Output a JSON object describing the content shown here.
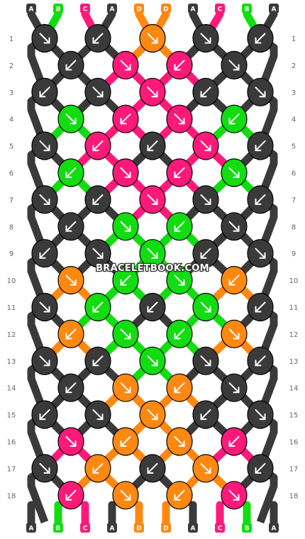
{
  "pattern": {
    "strand_labels_top": [
      "A",
      "B",
      "C",
      "A",
      "D",
      "D",
      "A",
      "C",
      "B",
      "A"
    ],
    "strand_labels_bottom": [
      "A",
      "B",
      "C",
      "A",
      "D",
      "D",
      "A",
      "C",
      "B",
      "A"
    ],
    "row_numbers": [
      "1",
      "2",
      "3",
      "4",
      "5",
      "6",
      "7",
      "8",
      "9",
      "10",
      "11",
      "12",
      "13",
      "14",
      "15",
      "16",
      "17",
      "18"
    ],
    "colors": {
      "A": "#3a3a3a",
      "B": "#11dd11",
      "C": "#ff1a7a",
      "D": "#ff8811"
    },
    "knots": [
      {
        "row": 1,
        "items": [
          {
            "color": "A",
            "dir": "right"
          },
          {
            "color": "A",
            "dir": "left"
          },
          {
            "color": "D",
            "dir": "right"
          },
          {
            "color": "A",
            "dir": "right"
          },
          {
            "color": "A",
            "dir": "left"
          }
        ]
      },
      {
        "row": 2,
        "items": [
          {
            "color": "A",
            "dir": "left"
          },
          {
            "color": "C",
            "dir": "right"
          },
          {
            "color": "C",
            "dir": "left"
          },
          {
            "color": "A",
            "dir": "right"
          }
        ]
      },
      {
        "row": 3,
        "items": [
          {
            "color": "A",
            "dir": "left"
          },
          {
            "color": "A",
            "dir": "right"
          },
          {
            "color": "C",
            "dir": "right"
          },
          {
            "color": "A",
            "dir": "left"
          },
          {
            "color": "A",
            "dir": "right"
          }
        ]
      },
      {
        "row": 4,
        "items": [
          {
            "color": "B",
            "dir": "right"
          },
          {
            "color": "C",
            "dir": "left"
          },
          {
            "color": "C",
            "dir": "right"
          },
          {
            "color": "B",
            "dir": "left"
          }
        ]
      },
      {
        "row": 5,
        "items": [
          {
            "color": "A",
            "dir": "right-hook"
          },
          {
            "color": "C",
            "dir": "left"
          },
          {
            "color": "A",
            "dir": "left"
          },
          {
            "color": "C",
            "dir": "right"
          },
          {
            "color": "A",
            "dir": "left"
          }
        ]
      },
      {
        "row": 6,
        "items": [
          {
            "color": "B",
            "dir": "left-hook"
          },
          {
            "color": "C",
            "dir": "right"
          },
          {
            "color": "C",
            "dir": "left"
          },
          {
            "color": "B",
            "dir": "right-hook"
          }
        ]
      },
      {
        "row": 7,
        "items": [
          {
            "color": "A",
            "dir": "right"
          },
          {
            "color": "A",
            "dir": "left"
          },
          {
            "color": "C",
            "dir": "right"
          },
          {
            "color": "A",
            "dir": "right"
          },
          {
            "color": "A",
            "dir": "left"
          }
        ]
      },
      {
        "row": 8,
        "items": [
          {
            "color": "A",
            "dir": "left"
          },
          {
            "color": "B",
            "dir": "right"
          },
          {
            "color": "B",
            "dir": "left"
          },
          {
            "color": "A",
            "dir": "right"
          }
        ]
      },
      {
        "row": 9,
        "items": [
          {
            "color": "A",
            "dir": "left"
          },
          {
            "color": "A",
            "dir": "right"
          },
          {
            "color": "B",
            "dir": "right"
          },
          {
            "color": "A",
            "dir": "left"
          },
          {
            "color": "A",
            "dir": "right"
          }
        ]
      },
      {
        "row": 10,
        "items": [
          {
            "color": "D",
            "dir": "right"
          },
          {
            "color": "B",
            "dir": "left"
          },
          {
            "color": "B",
            "dir": "right"
          },
          {
            "color": "D",
            "dir": "left"
          }
        ]
      },
      {
        "row": 11,
        "items": [
          {
            "color": "A",
            "dir": "right-hook"
          },
          {
            "color": "B",
            "dir": "left"
          },
          {
            "color": "A",
            "dir": "left"
          },
          {
            "color": "B",
            "dir": "right"
          },
          {
            "color": "A",
            "dir": "left"
          }
        ]
      },
      {
        "row": 12,
        "items": [
          {
            "color": "D",
            "dir": "left-hook"
          },
          {
            "color": "B",
            "dir": "right"
          },
          {
            "color": "B",
            "dir": "left"
          },
          {
            "color": "D",
            "dir": "right-hook"
          }
        ]
      },
      {
        "row": 13,
        "items": [
          {
            "color": "A",
            "dir": "right"
          },
          {
            "color": "A",
            "dir": "left"
          },
          {
            "color": "B",
            "dir": "right"
          },
          {
            "color": "A",
            "dir": "right"
          },
          {
            "color": "A",
            "dir": "left"
          }
        ]
      },
      {
        "row": 14,
        "items": [
          {
            "color": "A",
            "dir": "left"
          },
          {
            "color": "D",
            "dir": "right"
          },
          {
            "color": "D",
            "dir": "left"
          },
          {
            "color": "A",
            "dir": "right"
          }
        ]
      },
      {
        "row": 15,
        "items": [
          {
            "color": "A",
            "dir": "left"
          },
          {
            "color": "A",
            "dir": "right"
          },
          {
            "color": "D",
            "dir": "right"
          },
          {
            "color": "A",
            "dir": "left"
          },
          {
            "color": "A",
            "dir": "right"
          }
        ]
      },
      {
        "row": 16,
        "items": [
          {
            "color": "C",
            "dir": "right"
          },
          {
            "color": "D",
            "dir": "left"
          },
          {
            "color": "D",
            "dir": "right"
          },
          {
            "color": "C",
            "dir": "left"
          }
        ]
      },
      {
        "row": 17,
        "items": [
          {
            "color": "A",
            "dir": "right-hook"
          },
          {
            "color": "D",
            "dir": "left"
          },
          {
            "color": "A",
            "dir": "left"
          },
          {
            "color": "D",
            "dir": "right"
          },
          {
            "color": "A",
            "dir": "left"
          }
        ]
      },
      {
        "row": 18,
        "items": [
          {
            "color": "C",
            "dir": "left-hook"
          },
          {
            "color": "D",
            "dir": "right"
          },
          {
            "color": "D",
            "dir": "left"
          },
          {
            "color": "C",
            "dir": "right-hook"
          }
        ]
      }
    ],
    "watermark": "BRACELETBOOK.COM"
  }
}
